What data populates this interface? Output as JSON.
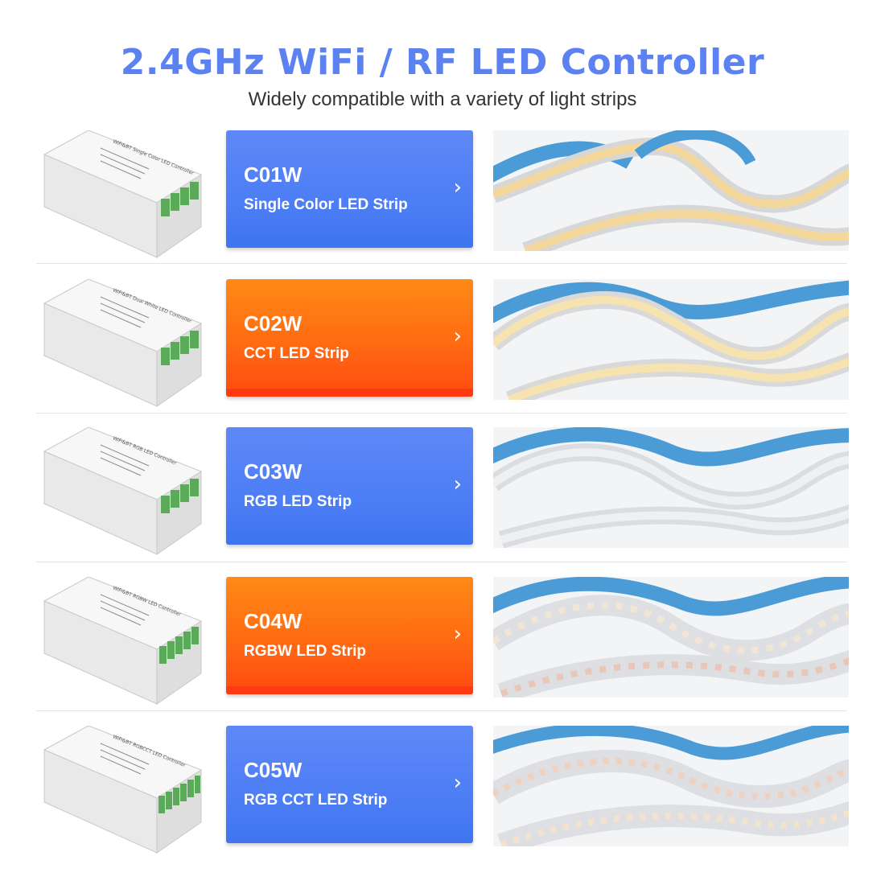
{
  "header": {
    "title": "2.4GHz WiFi / RF LED Controller",
    "subtitle": "Widely compatible with a variety of light strips"
  },
  "products": [
    {
      "model": "C01W",
      "description": "Single Color LED Strip",
      "color": "blue",
      "device_label": "WiFi&BT Single Color LED Controller",
      "strip": "single"
    },
    {
      "model": "C02W",
      "description": "CCT LED Strip",
      "color": "orange",
      "device_label": "WiFi&BT Dual White LED Controller",
      "strip": "cct"
    },
    {
      "model": "C03W",
      "description": "RGB LED Strip",
      "color": "blue",
      "device_label": "WiFi&BT RGB LED Controller",
      "strip": "rgb"
    },
    {
      "model": "C04W",
      "description": "RGBW LED Strip",
      "color": "orange",
      "device_label": "WiFi&BT RGBW LED Controller",
      "strip": "rgbw"
    },
    {
      "model": "C05W",
      "description": "RGB CCT LED Strip",
      "color": "blue",
      "device_label": "WiFi&BT RGBCCT LED Controller",
      "strip": "rgbcct"
    }
  ],
  "colors": {
    "title": "#5b82f0",
    "card_blue": "#4d7ef5",
    "card_orange": "#ff6a12",
    "strip_backing": "#4a9bd6"
  },
  "icons": {
    "card_arrow": "chevron-right-icon"
  }
}
